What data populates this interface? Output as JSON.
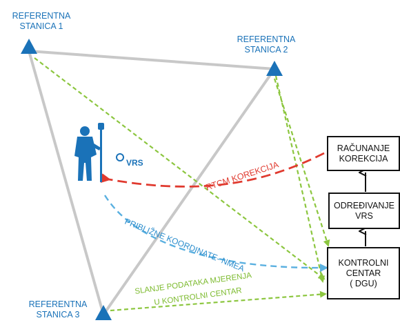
{
  "stations": [
    {
      "label": "REFERENTNA\nSTANICA 1"
    },
    {
      "label": "REFERENTNA\nSTANICA 2"
    },
    {
      "label": "REFERENTNA\nSTANICA 3"
    }
  ],
  "vrs": {
    "label": "VRS"
  },
  "boxes": {
    "racunanje": "RAČUNANJE\nKOREKCIJA",
    "odredjivanje": "ODREĐIVANJE\nVRS",
    "kontrolni": "KONTROLNI\nCENTAR\n( DGU)"
  },
  "arrows": {
    "rtcm": "RTCM KOREKCIJA",
    "nmea": "PRIBLIŽNE KOORDINATE- NMEA",
    "slanje_line1": "SLANJE PODATAKA MJERENJA",
    "slanje_line2": "U KONTROLNI CENTAR"
  },
  "colors": {
    "station_blue": "#1a72b8",
    "triangle_gray": "#c8c8c8",
    "green_dashed": "#8cc63f",
    "red": "#e03a2f",
    "light_blue": "#5ab0e0"
  }
}
